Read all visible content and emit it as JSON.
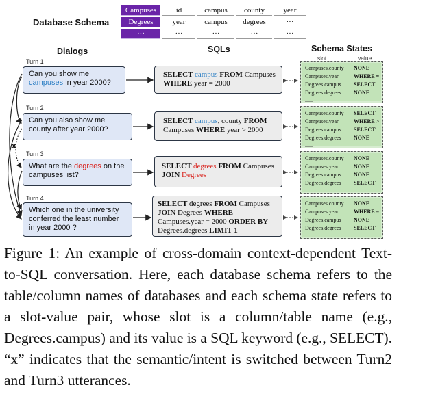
{
  "schema": {
    "title": "Database Schema",
    "rows": [
      [
        "Campuses",
        "id",
        "campus",
        "county",
        "year"
      ],
      [
        "Degrees",
        "year",
        "campus",
        "degrees",
        "···"
      ],
      [
        "···",
        "···",
        "···",
        "···",
        "···"
      ]
    ]
  },
  "headers": {
    "dialogs": "Dialogs",
    "sqls": "SQLs",
    "schema_states": "Schema States",
    "slot": "slot",
    "value": "value"
  },
  "turns": [
    {
      "label": "Turn 1",
      "utterance": [
        "Can you show me ",
        "campuses",
        " in year 2000?"
      ],
      "sql": [
        [
          "SELECT ",
          "b"
        ],
        [
          "campus",
          "blue"
        ],
        [
          " FROM ",
          "b"
        ],
        [
          "Campuses ",
          ""
        ],
        [
          "WHERE ",
          "b"
        ],
        [
          "year = 2000",
          ""
        ]
      ],
      "state_slots": [
        "Campuses.county",
        "Campuses.year",
        "Degrees.campus",
        "Degrees.degrees",
        "......"
      ],
      "state_values": [
        "NONE",
        "WHERE =",
        "SELECT",
        "NONE"
      ]
    },
    {
      "label": "Turn 2",
      "utterance": [
        "Can you also show me county after year 2000?"
      ],
      "sql": [
        [
          "SELECT ",
          "b"
        ],
        [
          "campus",
          "blue"
        ],
        [
          ", county ",
          ""
        ],
        [
          "FROM ",
          "b"
        ],
        [
          "Campuses ",
          ""
        ],
        [
          "WHERE ",
          "b"
        ],
        [
          "year > 2000",
          ""
        ]
      ],
      "state_slots": [
        "Campuses.county",
        "Campuses.year",
        "Degrees.campus",
        "Degrees.degrees",
        "......"
      ],
      "state_values": [
        "SELECT",
        "WHERE >",
        "SELECT",
        "NONE"
      ]
    },
    {
      "label": "Turn 3",
      "utterance": [
        "What are the ",
        "degrees",
        " on the campuses list?"
      ],
      "sql": [
        [
          "SELECT ",
          "b"
        ],
        [
          "degrees",
          "red"
        ],
        [
          " FROM ",
          "b"
        ],
        [
          "Campuses ",
          ""
        ],
        [
          "JOIN ",
          "b"
        ],
        [
          "Degrees",
          "red"
        ]
      ],
      "state_slots": [
        "Campuses.county",
        "Campuses.year",
        "Degrees.campus",
        "Degrees.degrees",
        "......"
      ],
      "state_values": [
        "NONE",
        "NONE",
        "NONE",
        "SELECT"
      ]
    },
    {
      "label": "Turn 4",
      "utterance": [
        "Which one in the university conferred the least number in year 2000 ?"
      ],
      "sql": [
        [
          "SELECT ",
          "b"
        ],
        [
          "degrees ",
          ""
        ],
        [
          "FROM ",
          "b"
        ],
        [
          "Campuses ",
          ""
        ],
        [
          "JOIN ",
          "b"
        ],
        [
          "Degrees ",
          ""
        ],
        [
          "WHERE ",
          "b"
        ],
        [
          "Campuses.year = 2000 ",
          ""
        ],
        [
          "ORDER BY ",
          "b"
        ],
        [
          "Degrees.degrees ",
          ""
        ],
        [
          "LIMIT 1",
          "b"
        ]
      ],
      "state_slots": [
        "Campuses.county",
        "Campuses.year",
        "Degrees.campus",
        "Degrees.degrees",
        "......"
      ],
      "state_values": [
        "NONE",
        "WHERE =",
        "NONE",
        "SELECT"
      ]
    }
  ],
  "switch_marker": "x",
  "caption": "Figure 1:  An example of cross-domain context-dependent Text-to-SQL conversation.  Here, each database schema refers to the table/column names of databases and each schema state refers to a slot-value pair, whose slot is a column/table name (e.g., Degrees.campus) and its value is a SQL keyword (e.g., SELECT). “x” indicates that the semantic/intent is switched between Turn2 and Turn3 utterances.",
  "colors": {
    "purple": "#6a24a8",
    "dialog_fill": "#dfe7f6",
    "sql_fill": "#ececec",
    "state_fill": "#c2e3b8",
    "blue_text": "#2d7fc4",
    "red_text": "#d9221c"
  }
}
